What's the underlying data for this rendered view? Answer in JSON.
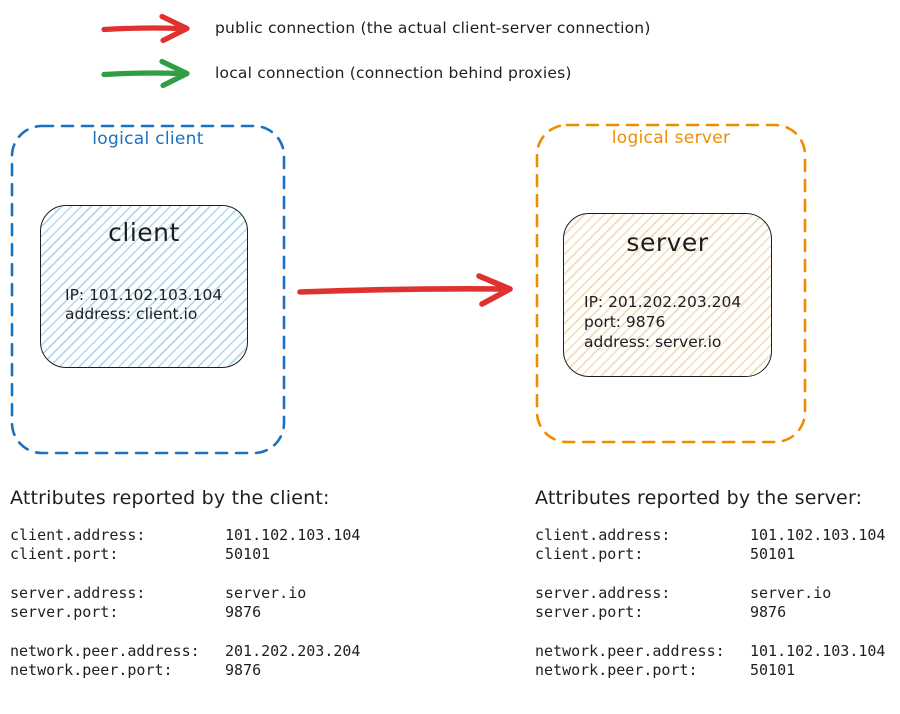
{
  "legend": {
    "items": [
      {
        "icon": "public-connection-arrow",
        "color": "#e03131",
        "label": "public connection (the actual client-server connection)"
      },
      {
        "icon": "local-connection-arrow",
        "color": "#2f9e44",
        "label": "local connection (connection behind proxies)"
      }
    ]
  },
  "diagram": {
    "client_group": {
      "label": "logical client",
      "border_color": "#1971c2",
      "node": {
        "title": "client",
        "fill_color": "#b3d8f2",
        "lines": {
          "ip": "IP: 101.102.103.104",
          "address": "address: client.io"
        }
      }
    },
    "server_group": {
      "label": "logical server",
      "border_color": "#f08c00",
      "node": {
        "title": "server",
        "fill_color": "#f2dcba",
        "lines": {
          "ip": "IP: 201.202.203.204",
          "port": "port: 9876",
          "address": "address: server.io"
        }
      }
    },
    "connection": {
      "icon": "client-to-server-arrow",
      "color": "#e03131"
    }
  },
  "attributes": {
    "client": {
      "title": "Attributes reported by the client:",
      "rows": [
        {
          "key": "client.address:",
          "value": "101.102.103.104"
        },
        {
          "key": "client.port:",
          "value": "50101"
        },
        {
          "key": "server.address:",
          "value": "server.io"
        },
        {
          "key": "server.port:",
          "value": "9876"
        },
        {
          "key": "network.peer.address:",
          "value": "201.202.203.204"
        },
        {
          "key": "network.peer.port:",
          "value": "9876"
        }
      ]
    },
    "server": {
      "title": "Attributes reported by the server:",
      "rows": [
        {
          "key": "client.address:",
          "value": "101.102.103.104"
        },
        {
          "key": "client.port:",
          "value": "50101"
        },
        {
          "key": "server.address:",
          "value": "server.io"
        },
        {
          "key": "server.port:",
          "value": "9876"
        },
        {
          "key": "network.peer.address:",
          "value": "101.102.103.104"
        },
        {
          "key": "network.peer.port:",
          "value": "50101"
        }
      ]
    }
  },
  "colors": {
    "red": "#e03131",
    "green": "#2f9e44",
    "blue": "#1971c2",
    "orange": "#f08c00",
    "ink": "#1e1e1e"
  }
}
